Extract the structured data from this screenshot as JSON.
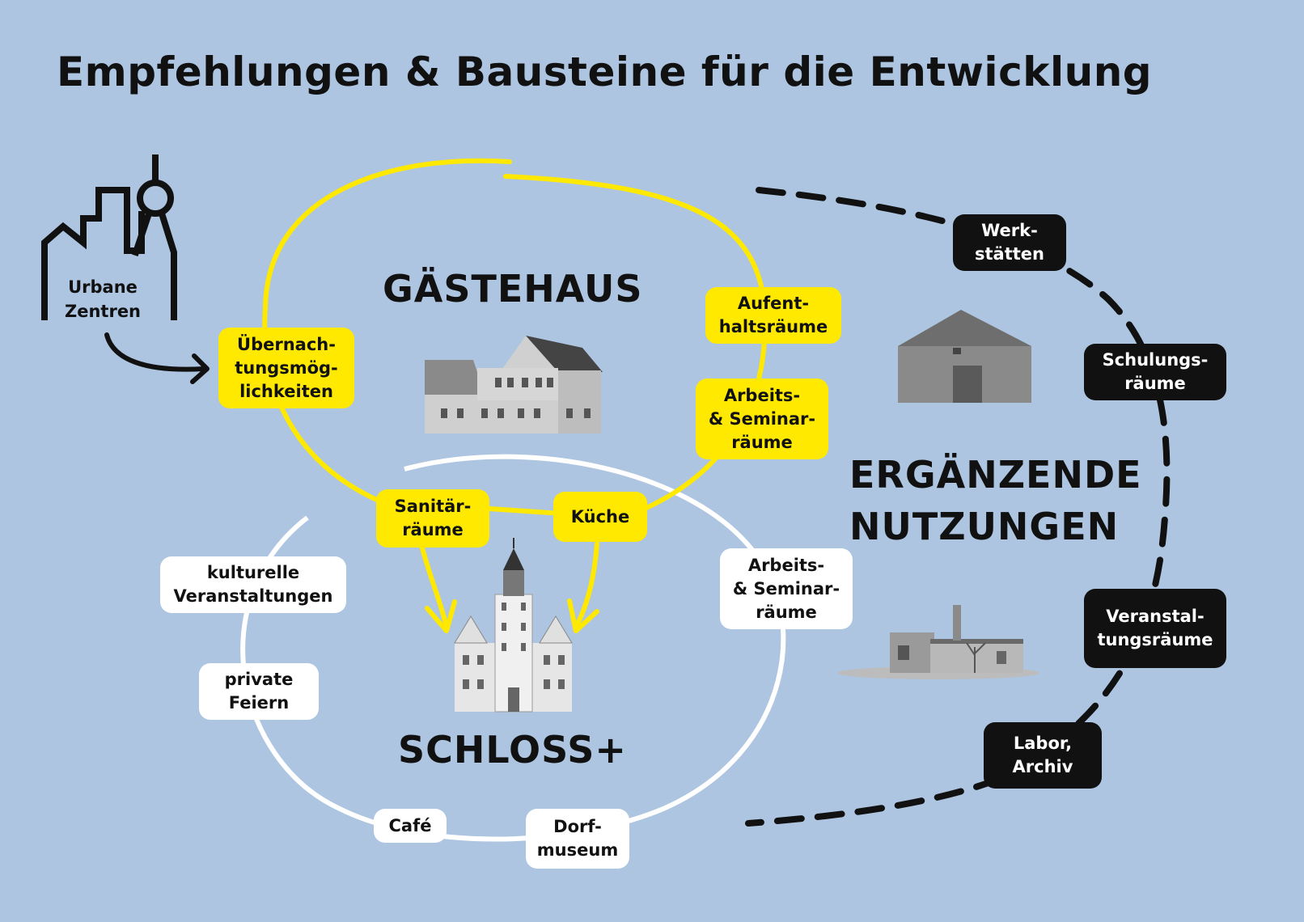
{
  "title": "Empfehlungen & Bausteine für die Entwicklung",
  "colors": {
    "background": "#adc5e0",
    "guesthouse": "#ffe900",
    "castle": "#ffffff",
    "supplementary": "#111111"
  },
  "urban": {
    "label": "Urbane\nZentren",
    "icon": "city-skyline-icon"
  },
  "guesthouse": {
    "heading": "GÄSTEHAUS",
    "image": "guesthouse-building-photo",
    "items": [
      "Übernach-\ntungsmög-\nlichkeiten",
      "Aufent-\nhaltsräume",
      "Arbeits-\n& Seminar-\nräume",
      "Sanitär-\nräume",
      "Küche"
    ]
  },
  "castle": {
    "heading": "SCHLOSS+",
    "image": "castle-photo",
    "items": [
      "kulturelle\nVeranstaltungen",
      "private\nFeiern",
      "Café",
      "Dorf-\nmuseum",
      "Arbeits-\n& Seminar-\nräume"
    ]
  },
  "supplementary": {
    "heading": "ERGÄNZENDE\nNUTZUNGEN",
    "images": [
      "barn-photo",
      "ruin-building-photo"
    ],
    "items": [
      "Werk-\nstätten",
      "Schulungs-\nräume",
      "Veranstal-\ntungsräume",
      "Labor,\nArchiv"
    ]
  }
}
